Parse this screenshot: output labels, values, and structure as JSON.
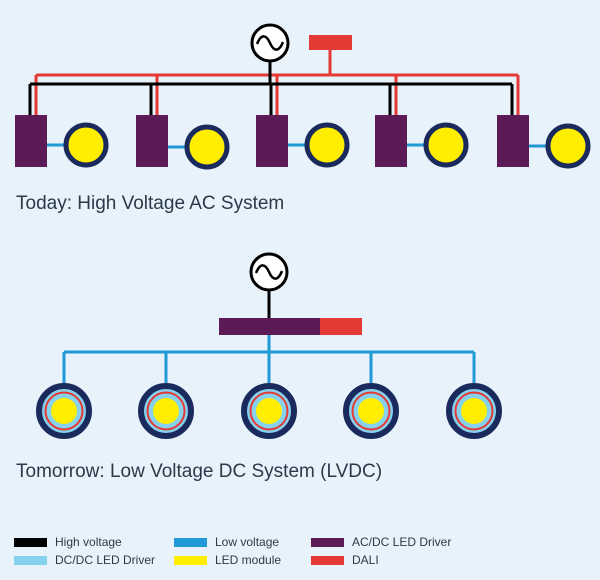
{
  "titles": {
    "today": "Today: High Voltage AC System",
    "tomorrow": "Tomorrow: Low Voltage DC System (LVDC)"
  },
  "legend": [
    {
      "label": "High voltage",
      "color": "#000000",
      "icon": "high-voltage"
    },
    {
      "label": "Low voltage",
      "color": "#1f9ad6",
      "icon": "low-voltage"
    },
    {
      "label": "AC/DC LED Driver",
      "color": "#5c1a56",
      "icon": "ac-dc-led-driver"
    },
    {
      "label": "DC/DC LED Driver",
      "color": "#86d2ee",
      "icon": "dc-dc-led-driver"
    },
    {
      "label": "LED module",
      "color": "#ffee00",
      "icon": "led-module"
    },
    {
      "label": "DALI",
      "color": "#e53935",
      "icon": "dali"
    }
  ],
  "colors": {
    "background": "#e7f2fb",
    "high_voltage": "#000000",
    "low_voltage": "#1f9ad6",
    "ac_dc_driver": "#5c1a56",
    "dc_dc_driver": "#86d2ee",
    "led_module": "#ffee00",
    "dali": "#e53935",
    "led_ring": "#1b2a5c"
  },
  "today_units": 5,
  "tomorrow_units": 5
}
